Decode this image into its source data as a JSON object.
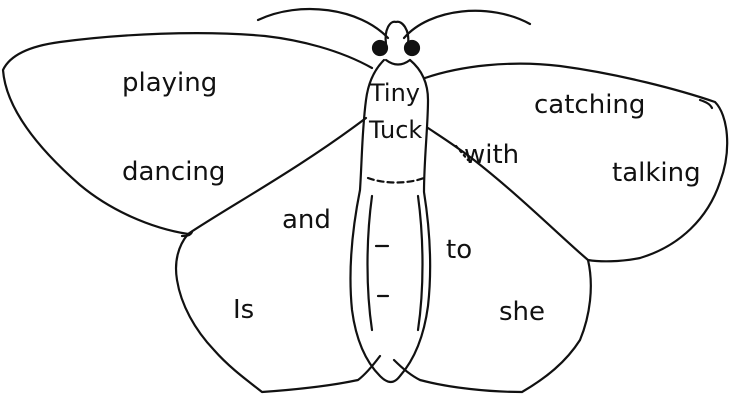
{
  "words": {
    "playing": "playing",
    "dancing": "dancing",
    "and": "and",
    "is": "Is",
    "tiny": "Tiny",
    "tuck": "Tuck",
    "with": "with",
    "catching": "catching",
    "talking": "talking",
    "to": "to",
    "she": "she"
  },
  "colors": {
    "ink": "#111111",
    "background": "#ffffff"
  }
}
